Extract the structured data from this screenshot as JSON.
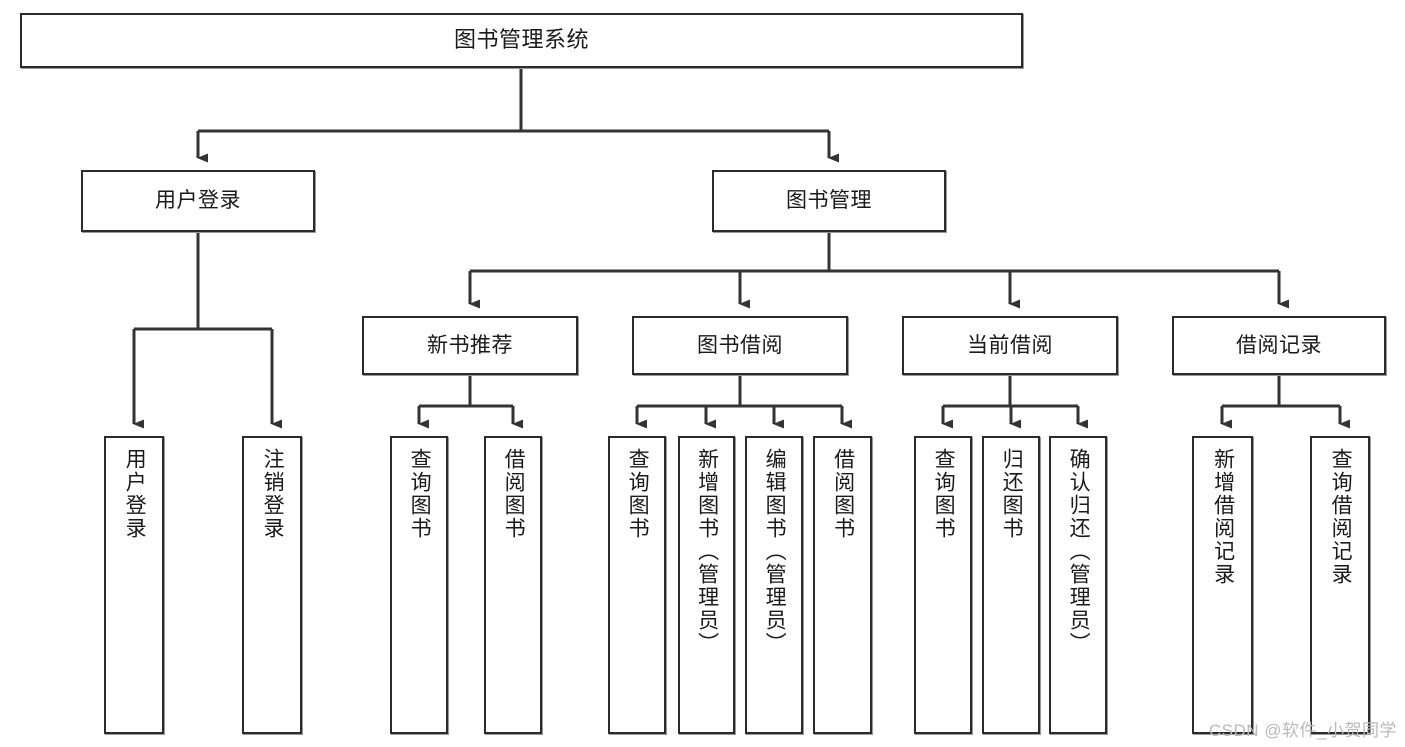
{
  "diagram": {
    "title": "图书管理系统",
    "type": "hierarchy-tree",
    "watermark": "CSDN @软件_小贺同学",
    "colors": {
      "box_border": "#2b2b2b",
      "box_fill": "#ffffff",
      "connector": "#333333",
      "text": "#1a1a1a",
      "watermark": "#b9b9b9"
    },
    "nodes": {
      "root": {
        "label": "图书管理系统"
      },
      "level2": [
        {
          "label": "用户登录"
        },
        {
          "label": "图书管理"
        }
      ],
      "level3": [
        {
          "label": "新书推荐"
        },
        {
          "label": "图书借阅"
        },
        {
          "label": "当前借阅"
        },
        {
          "label": "借阅记录"
        }
      ],
      "leaves": {
        "user_login": [
          {
            "label": "用户登录"
          },
          {
            "label": "注销登录"
          }
        ],
        "new_book_recommend": [
          {
            "label": "查询图书"
          },
          {
            "label": "借阅图书"
          }
        ],
        "book_borrow": [
          {
            "label": "查询图书"
          },
          {
            "label": "新增图书（管理员）"
          },
          {
            "label": "编辑图书（管理员）"
          },
          {
            "label": "借阅图书"
          }
        ],
        "current_borrow": [
          {
            "label": "查询图书"
          },
          {
            "label": "归还图书"
          },
          {
            "label": "确认归还（管理员）"
          }
        ],
        "borrow_record": [
          {
            "label": "新增借阅记录"
          },
          {
            "label": "查询借阅记录"
          }
        ]
      }
    }
  }
}
